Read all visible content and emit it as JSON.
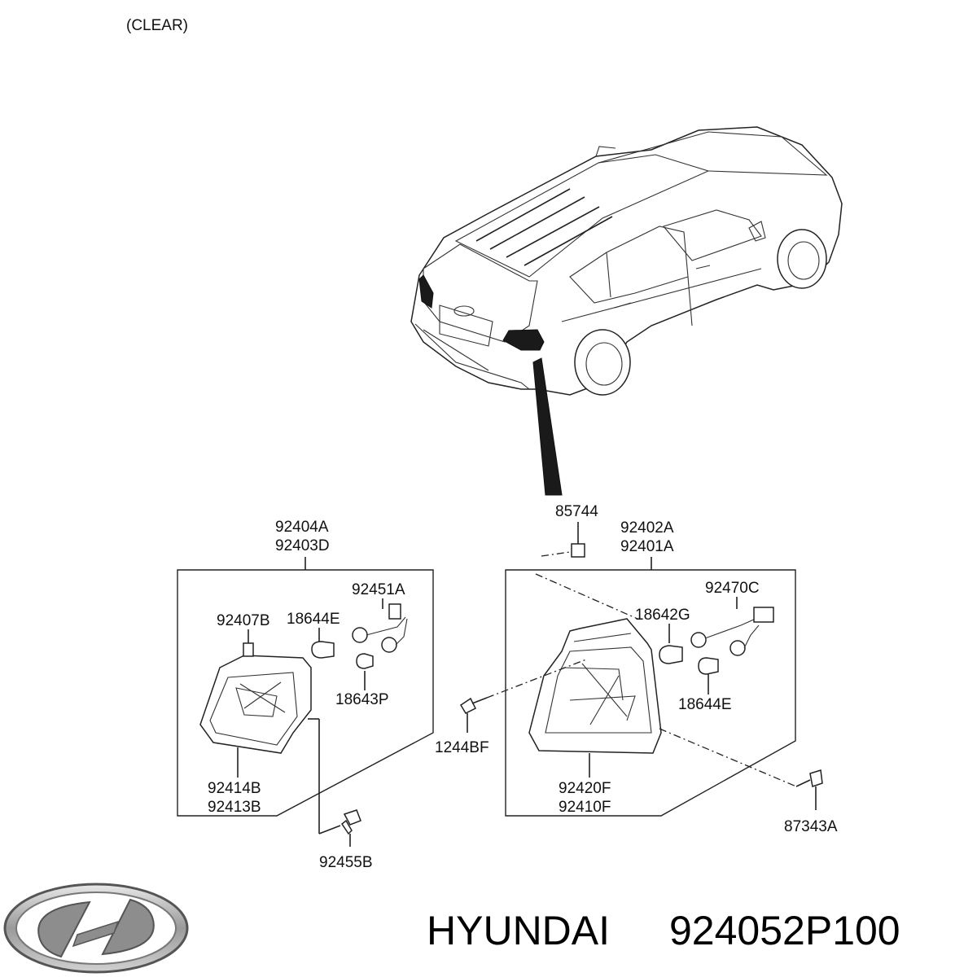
{
  "header": {
    "note": "(CLEAR)"
  },
  "labels": {
    "p85744": "85744",
    "p92404A": "92404A",
    "p92403D": "92403D",
    "p92402A": "92402A",
    "p92401A": "92401A",
    "p92451A": "92451A",
    "p92407B": "92407B",
    "p18644E_left": "18644E",
    "p18643P": "18643P",
    "p92414B": "92414B",
    "p92413B": "92413B",
    "p92455B": "92455B",
    "p92470C": "92470C",
    "p18642G": "18642G",
    "p18644E_right": "18644E",
    "p1244BF": "1244BF",
    "p92420F": "92420F",
    "p92410F": "92410F",
    "p87343A": "87343A"
  },
  "footer": {
    "brand": "HYUNDAI",
    "part_number": "924052P100"
  },
  "icons": {
    "logo": "hyundai-logo-icon"
  }
}
